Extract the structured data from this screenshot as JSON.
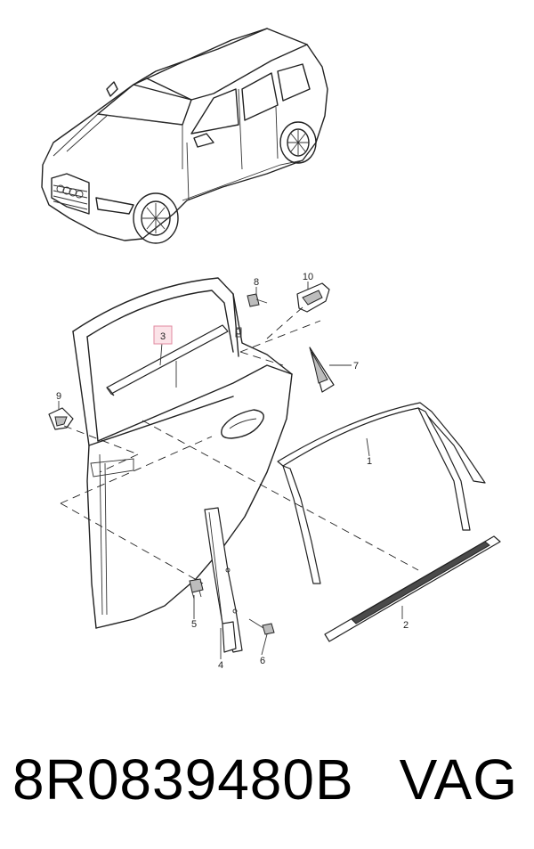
{
  "part_number": "8R0839480B",
  "brand": "VAG",
  "callouts": {
    "c1": "1",
    "c2": "2",
    "c3": "3",
    "c4": "4",
    "c5": "5",
    "c6": "6",
    "c7": "7",
    "c8": "8",
    "c9": "9",
    "c10": "10"
  },
  "highlighted_callout": "3"
}
